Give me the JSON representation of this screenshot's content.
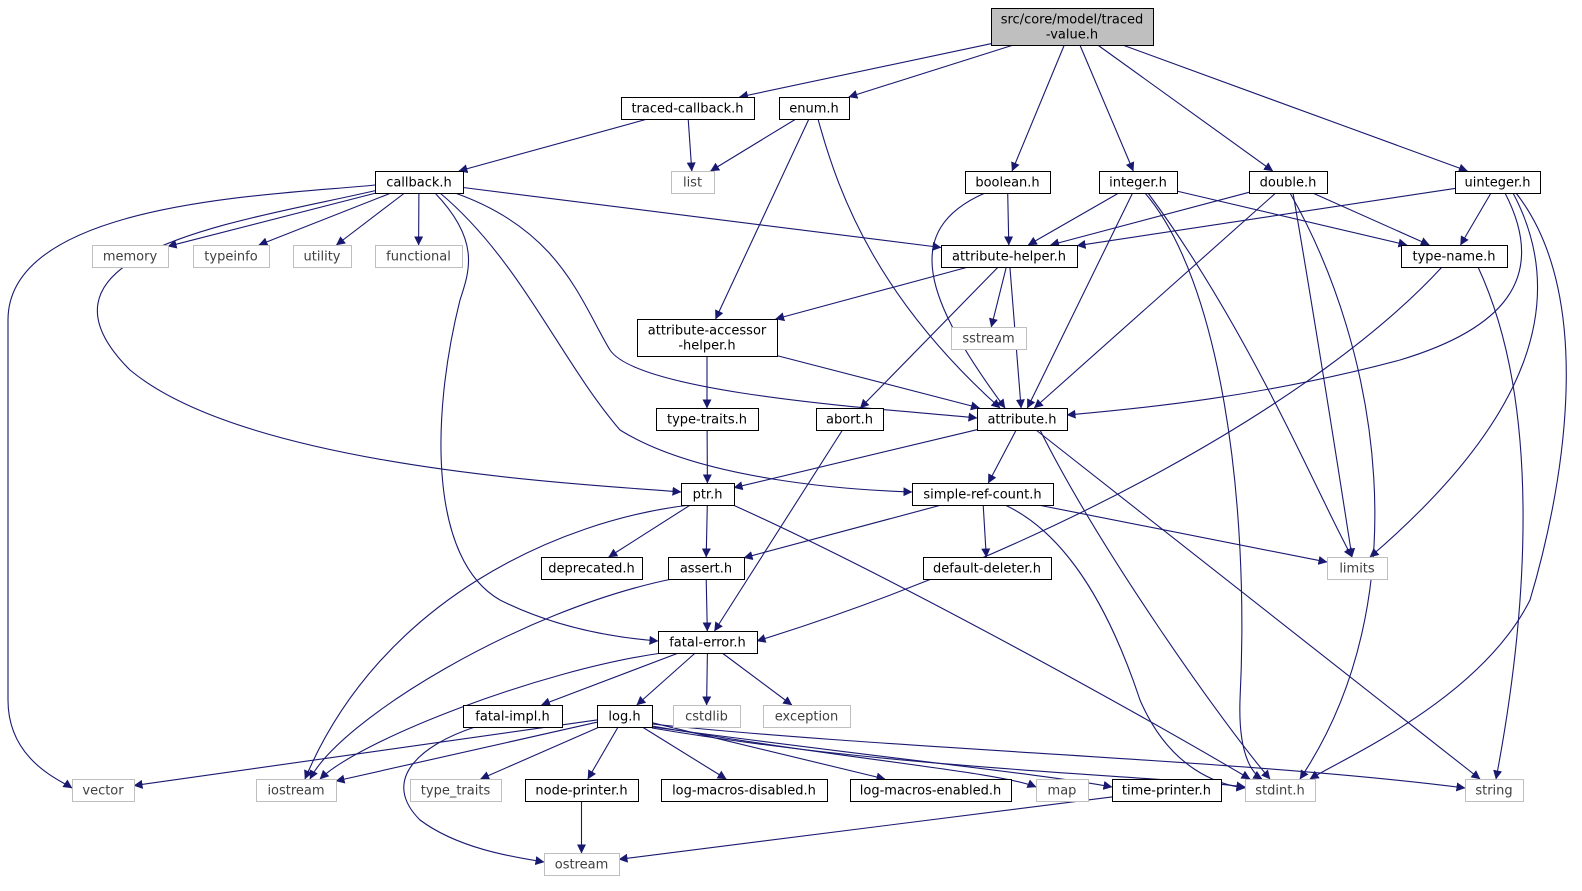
{
  "colors": {
    "edge": "#191970",
    "node_border": "#000000",
    "external_border": "#bfbfbf",
    "root_fill": "#bfbfbf",
    "node_fill": "#ffffff",
    "external_text": "#404040",
    "text": "#000000"
  },
  "nodes": [
    {
      "id": "root",
      "lines": [
        "src/core/model/traced",
        "-value.h"
      ],
      "kind": "root"
    },
    {
      "id": "traced_callback",
      "lines": [
        "traced-callback.h"
      ],
      "kind": "internal"
    },
    {
      "id": "enum",
      "lines": [
        "enum.h"
      ],
      "kind": "internal"
    },
    {
      "id": "list",
      "lines": [
        "list"
      ],
      "kind": "external"
    },
    {
      "id": "callback",
      "lines": [
        "callback.h"
      ],
      "kind": "internal"
    },
    {
      "id": "boolean",
      "lines": [
        "boolean.h"
      ],
      "kind": "internal"
    },
    {
      "id": "integer",
      "lines": [
        "integer.h"
      ],
      "kind": "internal"
    },
    {
      "id": "double",
      "lines": [
        "double.h"
      ],
      "kind": "internal"
    },
    {
      "id": "uinteger",
      "lines": [
        "uinteger.h"
      ],
      "kind": "internal"
    },
    {
      "id": "memory",
      "lines": [
        "memory"
      ],
      "kind": "external"
    },
    {
      "id": "typeinfo",
      "lines": [
        "typeinfo"
      ],
      "kind": "external"
    },
    {
      "id": "utility",
      "lines": [
        "utility"
      ],
      "kind": "external"
    },
    {
      "id": "functional",
      "lines": [
        "functional"
      ],
      "kind": "external"
    },
    {
      "id": "attribute_helper",
      "lines": [
        "attribute-helper.h"
      ],
      "kind": "internal"
    },
    {
      "id": "type_name",
      "lines": [
        "type-name.h"
      ],
      "kind": "internal"
    },
    {
      "id": "attribute_accessor_helper",
      "lines": [
        "attribute-accessor",
        "-helper.h"
      ],
      "kind": "internal"
    },
    {
      "id": "sstream",
      "lines": [
        "sstream"
      ],
      "kind": "external"
    },
    {
      "id": "type_traits_h",
      "lines": [
        "type-traits.h"
      ],
      "kind": "internal"
    },
    {
      "id": "abort",
      "lines": [
        "abort.h"
      ],
      "kind": "internal"
    },
    {
      "id": "attribute",
      "lines": [
        "attribute.h"
      ],
      "kind": "internal"
    },
    {
      "id": "ptr",
      "lines": [
        "ptr.h"
      ],
      "kind": "internal"
    },
    {
      "id": "simple_ref_count",
      "lines": [
        "simple-ref-count.h"
      ],
      "kind": "internal"
    },
    {
      "id": "deprecated",
      "lines": [
        "deprecated.h"
      ],
      "kind": "internal"
    },
    {
      "id": "assert",
      "lines": [
        "assert.h"
      ],
      "kind": "internal"
    },
    {
      "id": "default_deleter",
      "lines": [
        "default-deleter.h"
      ],
      "kind": "internal"
    },
    {
      "id": "limits",
      "lines": [
        "limits"
      ],
      "kind": "external"
    },
    {
      "id": "fatal_error",
      "lines": [
        "fatal-error.h"
      ],
      "kind": "internal"
    },
    {
      "id": "fatal_impl",
      "lines": [
        "fatal-impl.h"
      ],
      "kind": "internal"
    },
    {
      "id": "log",
      "lines": [
        "log.h"
      ],
      "kind": "internal"
    },
    {
      "id": "cstdlib",
      "lines": [
        "cstdlib"
      ],
      "kind": "external"
    },
    {
      "id": "exception",
      "lines": [
        "exception"
      ],
      "kind": "external"
    },
    {
      "id": "vector",
      "lines": [
        "vector"
      ],
      "kind": "external"
    },
    {
      "id": "iostream",
      "lines": [
        "iostream"
      ],
      "kind": "external"
    },
    {
      "id": "type_traits",
      "lines": [
        "type_traits"
      ],
      "kind": "external"
    },
    {
      "id": "node_printer",
      "lines": [
        "node-printer.h"
      ],
      "kind": "internal"
    },
    {
      "id": "log_macros_disabled",
      "lines": [
        "log-macros-disabled.h"
      ],
      "kind": "internal"
    },
    {
      "id": "log_macros_enabled",
      "lines": [
        "log-macros-enabled.h"
      ],
      "kind": "internal"
    },
    {
      "id": "map",
      "lines": [
        "map"
      ],
      "kind": "external"
    },
    {
      "id": "time_printer",
      "lines": [
        "time-printer.h"
      ],
      "kind": "internal"
    },
    {
      "id": "stdint",
      "lines": [
        "stdint.h"
      ],
      "kind": "external"
    },
    {
      "id": "string",
      "lines": [
        "string"
      ],
      "kind": "external"
    },
    {
      "id": "ostream",
      "lines": [
        "ostream"
      ],
      "kind": "external"
    }
  ],
  "edges": [
    [
      "root",
      "traced_callback"
    ],
    [
      "root",
      "enum"
    ],
    [
      "root",
      "boolean"
    ],
    [
      "root",
      "integer"
    ],
    [
      "root",
      "double"
    ],
    [
      "root",
      "uinteger"
    ],
    [
      "traced_callback",
      "callback"
    ],
    [
      "traced_callback",
      "list"
    ],
    [
      "enum",
      "list"
    ],
    [
      "enum",
      "attribute_accessor_helper"
    ],
    [
      "enum",
      "attribute"
    ],
    [
      "callback",
      "memory"
    ],
    [
      "callback",
      "typeinfo"
    ],
    [
      "callback",
      "utility"
    ],
    [
      "callback",
      "functional"
    ],
    [
      "callback",
      "attribute_helper"
    ],
    [
      "callback",
      "attribute"
    ],
    [
      "callback",
      "simple_ref_count"
    ],
    [
      "callback",
      "ptr"
    ],
    [
      "callback",
      "fatal_error"
    ],
    [
      "callback",
      "vector"
    ],
    [
      "boolean",
      "attribute_helper"
    ],
    [
      "boolean",
      "attribute"
    ],
    [
      "integer",
      "attribute_helper"
    ],
    [
      "integer",
      "type_name"
    ],
    [
      "integer",
      "attribute"
    ],
    [
      "integer",
      "limits"
    ],
    [
      "integer",
      "stdint"
    ],
    [
      "double",
      "attribute_helper"
    ],
    [
      "double",
      "type_name"
    ],
    [
      "double",
      "attribute"
    ],
    [
      "double",
      "limits"
    ],
    [
      "double",
      "stdint"
    ],
    [
      "uinteger",
      "attribute_helper"
    ],
    [
      "uinteger",
      "type_name"
    ],
    [
      "uinteger",
      "attribute"
    ],
    [
      "uinteger",
      "limits"
    ],
    [
      "uinteger",
      "stdint"
    ],
    [
      "attribute_helper",
      "attribute_accessor_helper"
    ],
    [
      "attribute_helper",
      "sstream"
    ],
    [
      "attribute_helper",
      "abort"
    ],
    [
      "attribute_helper",
      "attribute"
    ],
    [
      "type_name",
      "fatal_error"
    ],
    [
      "type_name",
      "string"
    ],
    [
      "attribute_accessor_helper",
      "type_traits_h"
    ],
    [
      "attribute_accessor_helper",
      "attribute"
    ],
    [
      "type_traits_h",
      "ptr"
    ],
    [
      "abort",
      "fatal_error"
    ],
    [
      "attribute",
      "ptr"
    ],
    [
      "attribute",
      "simple_ref_count"
    ],
    [
      "attribute",
      "stdint"
    ],
    [
      "attribute",
      "string"
    ],
    [
      "ptr",
      "deprecated"
    ],
    [
      "ptr",
      "assert"
    ],
    [
      "ptr",
      "iostream"
    ],
    [
      "ptr",
      "stdint"
    ],
    [
      "simple_ref_count",
      "default_deleter"
    ],
    [
      "simple_ref_count",
      "assert"
    ],
    [
      "simple_ref_count",
      "limits"
    ],
    [
      "simple_ref_count",
      "stdint"
    ],
    [
      "assert",
      "fatal_error"
    ],
    [
      "assert",
      "iostream"
    ],
    [
      "fatal_error",
      "fatal_impl"
    ],
    [
      "fatal_error",
      "log"
    ],
    [
      "fatal_error",
      "cstdlib"
    ],
    [
      "fatal_error",
      "exception"
    ],
    [
      "fatal_error",
      "iostream"
    ],
    [
      "fatal_impl",
      "ostream"
    ],
    [
      "log",
      "vector"
    ],
    [
      "log",
      "iostream"
    ],
    [
      "log",
      "type_traits"
    ],
    [
      "log",
      "node_printer"
    ],
    [
      "log",
      "log_macros_disabled"
    ],
    [
      "log",
      "log_macros_enabled"
    ],
    [
      "log",
      "map"
    ],
    [
      "log",
      "time_printer"
    ],
    [
      "log",
      "stdint"
    ],
    [
      "log",
      "string"
    ],
    [
      "node_printer",
      "ostream"
    ],
    [
      "time_printer",
      "ostream"
    ]
  ]
}
